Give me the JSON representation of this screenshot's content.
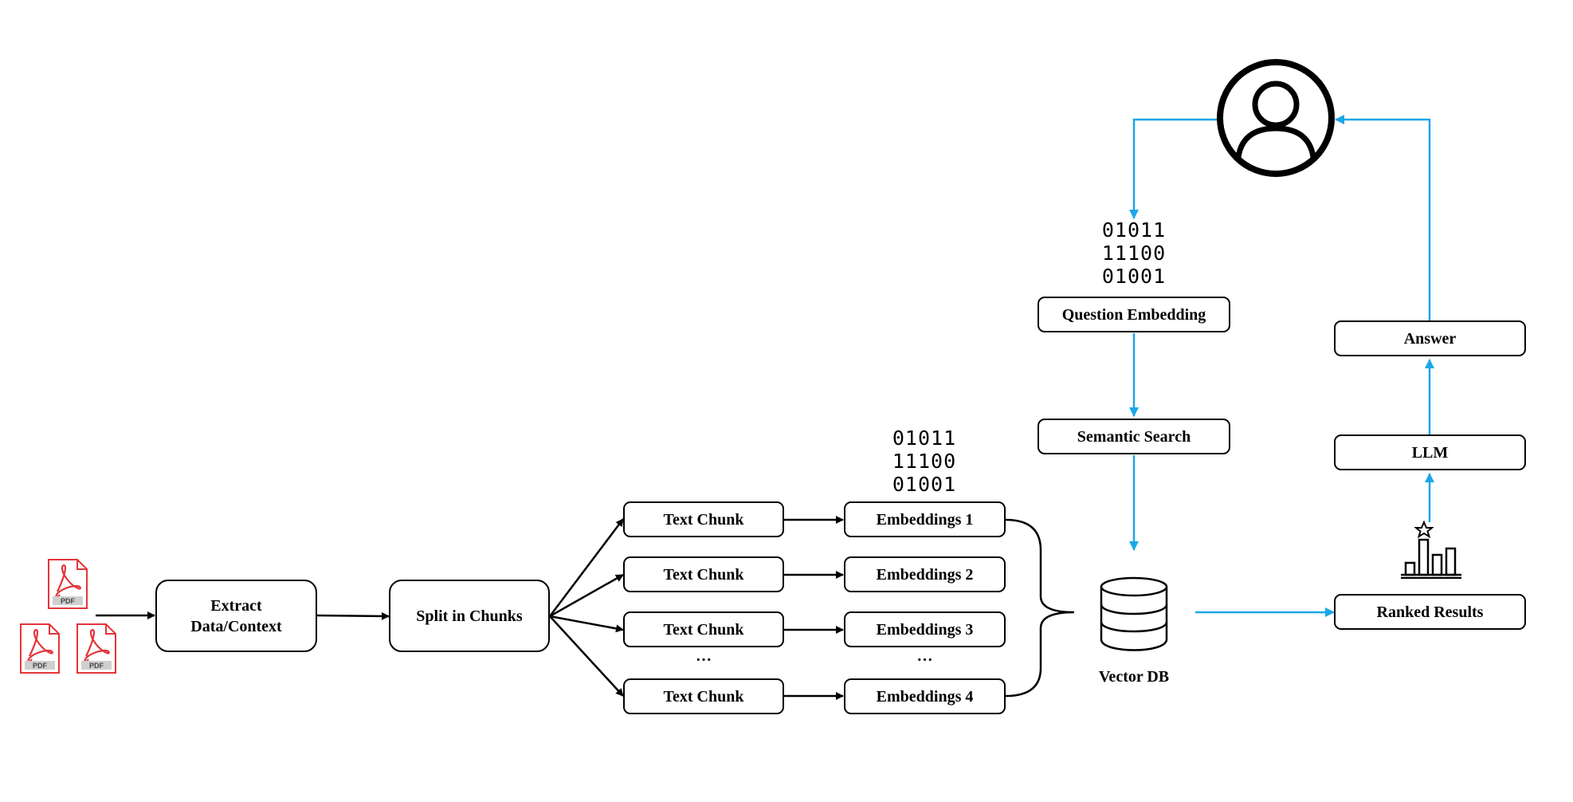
{
  "colors": {
    "accent": "#1aa7e6",
    "ink": "#000000",
    "pdf_red": "#e3353a"
  },
  "nodes": {
    "extract": "Extract\nData/Context",
    "split": "Split in Chunks",
    "chunk1": "Text Chunk",
    "chunk2": "Text Chunk",
    "chunk3": "Text Chunk",
    "chunk4": "Text Chunk",
    "emb1": "Embeddings 1",
    "emb2": "Embeddings 2",
    "emb3": "Embeddings 3",
    "emb4": "Embeddings 4",
    "question_embedding": "Question Embedding",
    "semantic_search": "Semantic Search",
    "answer": "Answer",
    "llm": "LLM",
    "ranked_results": "Ranked Results"
  },
  "labels": {
    "vector_db": "Vector DB",
    "ellipsis_chunks": "…",
    "ellipsis_embeddings": "…"
  },
  "pdf_icons": {
    "badge": "PDF"
  },
  "binary": {
    "embeddings_icon": "01011\n11100\n01001",
    "question_icon": "01011\n11100\n01001"
  },
  "icons": {
    "documents": "pdf-file-icon",
    "user": "user-avatar-icon",
    "database": "database-icon",
    "ranking": "ranking-chart-icon"
  }
}
